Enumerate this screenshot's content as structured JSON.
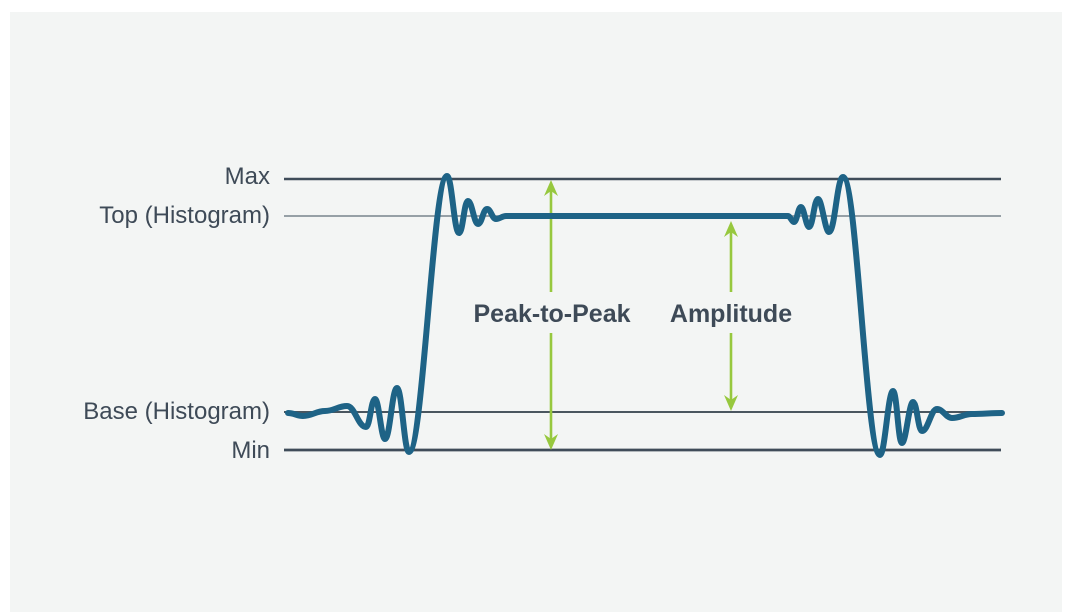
{
  "diagram": {
    "type": "oscilloscope-pulse-measurement-diagram",
    "levels": [
      {
        "id": "max",
        "label": "Max"
      },
      {
        "id": "top",
        "label": "Top (Histogram)"
      },
      {
        "id": "base",
        "label": "Base (Histogram)"
      },
      {
        "id": "min",
        "label": "Min"
      }
    ],
    "measurements": [
      {
        "id": "peak-to-peak",
        "label": "Peak-to-Peak",
        "from_level": "Max",
        "to_level": "Min"
      },
      {
        "id": "amplitude",
        "label": "Amplitude",
        "from_level": "Top (Histogram)",
        "to_level": "Base (Histogram)"
      }
    ],
    "waveform": "pulse with Gibbs ringing: base level, pre-shoot ringing down to Min, steep rising edge overshooting to Max, settles at Top, flat top, ringing up to Max, steep falling edge undershooting to Min, settles back to Base",
    "colors": {
      "panel_background": "#f3f5f4",
      "page_background": "#ffffff",
      "waveform": "#1e6386",
      "arrows": "#97c83e",
      "text": "#3e4a57",
      "line_dark": "#3f4c59",
      "line_light": "#78838c"
    }
  }
}
